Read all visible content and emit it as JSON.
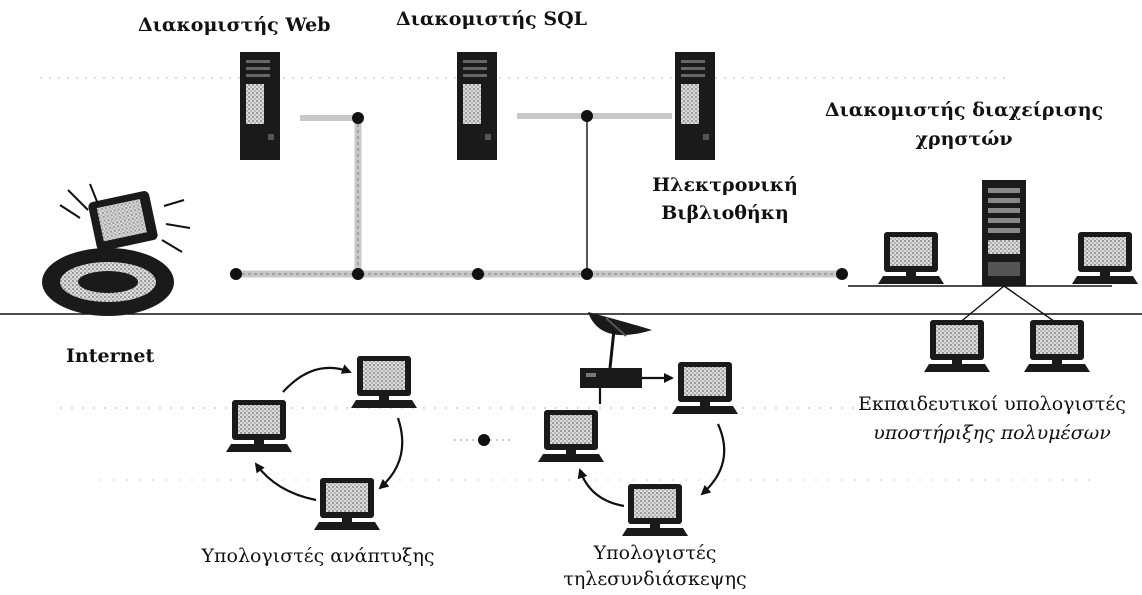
{
  "labels": {
    "web_server": "Διακομιστής Web",
    "sql_server": "Διακομιστής SQL",
    "user_mgmt_server_line1": "Διακομιστής διαχείρισης",
    "user_mgmt_server_line2": "χρηστών",
    "e_library_line1": "Ηλεκτρονική",
    "e_library_line2": "Βιβλιοθήκη",
    "internet": "Internet",
    "edu_computers_line1": "Εκπαιδευτικοί υπολογιστές",
    "edu_computers_line2": "υποστήριξης πολυμέσων",
    "dev_computers": "Υπολογιστές ανάπτυξης",
    "video_conf_line1": "Υπολογιστές",
    "video_conf_line2": "τηλεσυνδιάσκεψης"
  },
  "icons": {
    "server": "server-tower-icon",
    "computer": "crt-computer-icon",
    "internet": "globe-cloud-icon",
    "satellite": "satellite-dish-icon",
    "modem": "modem-icon"
  },
  "colors": {
    "line": "#000000",
    "bus": "#c8c8c8",
    "dark": "#1a1a1a",
    "screen": "#a8a8a8",
    "background": "#ffffff"
  }
}
